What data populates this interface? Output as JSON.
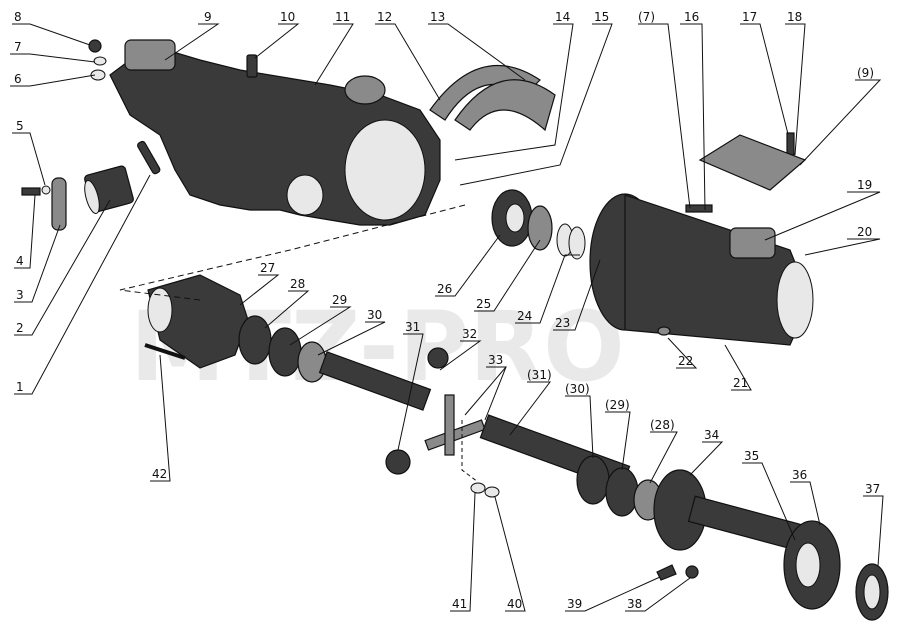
{
  "watermark": "MTZ-PRO",
  "callouts": [
    {
      "id": "8",
      "text": "8"
    },
    {
      "id": "9",
      "text": "9"
    },
    {
      "id": "10",
      "text": "10"
    },
    {
      "id": "11",
      "text": "11"
    },
    {
      "id": "12",
      "text": "12"
    },
    {
      "id": "13",
      "text": "13"
    },
    {
      "id": "14",
      "text": "14"
    },
    {
      "id": "15",
      "text": "15"
    },
    {
      "id": "p7",
      "text": "(7)"
    },
    {
      "id": "16",
      "text": "16"
    },
    {
      "id": "17",
      "text": "17"
    },
    {
      "id": "18",
      "text": "18"
    },
    {
      "id": "7",
      "text": "7"
    },
    {
      "id": "6",
      "text": "6"
    },
    {
      "id": "p9",
      "text": "(9)"
    },
    {
      "id": "5",
      "text": "5"
    },
    {
      "id": "19",
      "text": "19"
    },
    {
      "id": "20",
      "text": "20"
    },
    {
      "id": "4",
      "text": "4"
    },
    {
      "id": "26",
      "text": "26"
    },
    {
      "id": "25",
      "text": "25"
    },
    {
      "id": "24",
      "text": "24"
    },
    {
      "id": "23",
      "text": "23"
    },
    {
      "id": "3",
      "text": "3"
    },
    {
      "id": "27",
      "text": "27"
    },
    {
      "id": "28",
      "text": "28"
    },
    {
      "id": "29",
      "text": "29"
    },
    {
      "id": "30",
      "text": "30"
    },
    {
      "id": "2",
      "text": "2"
    },
    {
      "id": "31",
      "text": "31"
    },
    {
      "id": "32",
      "text": "32"
    },
    {
      "id": "22",
      "text": "22"
    },
    {
      "id": "33",
      "text": "33"
    },
    {
      "id": "21",
      "text": "21"
    },
    {
      "id": "1",
      "text": "1"
    },
    {
      "id": "p31",
      "text": "(31)"
    },
    {
      "id": "p30",
      "text": "(30)"
    },
    {
      "id": "p29",
      "text": "(29)"
    },
    {
      "id": "p28",
      "text": "(28)"
    },
    {
      "id": "34",
      "text": "34"
    },
    {
      "id": "35",
      "text": "35"
    },
    {
      "id": "36",
      "text": "36"
    },
    {
      "id": "42",
      "text": "42"
    },
    {
      "id": "37",
      "text": "37"
    },
    {
      "id": "41",
      "text": "41"
    },
    {
      "id": "40",
      "text": "40"
    },
    {
      "id": "39",
      "text": "39"
    },
    {
      "id": "38",
      "text": "38"
    }
  ]
}
